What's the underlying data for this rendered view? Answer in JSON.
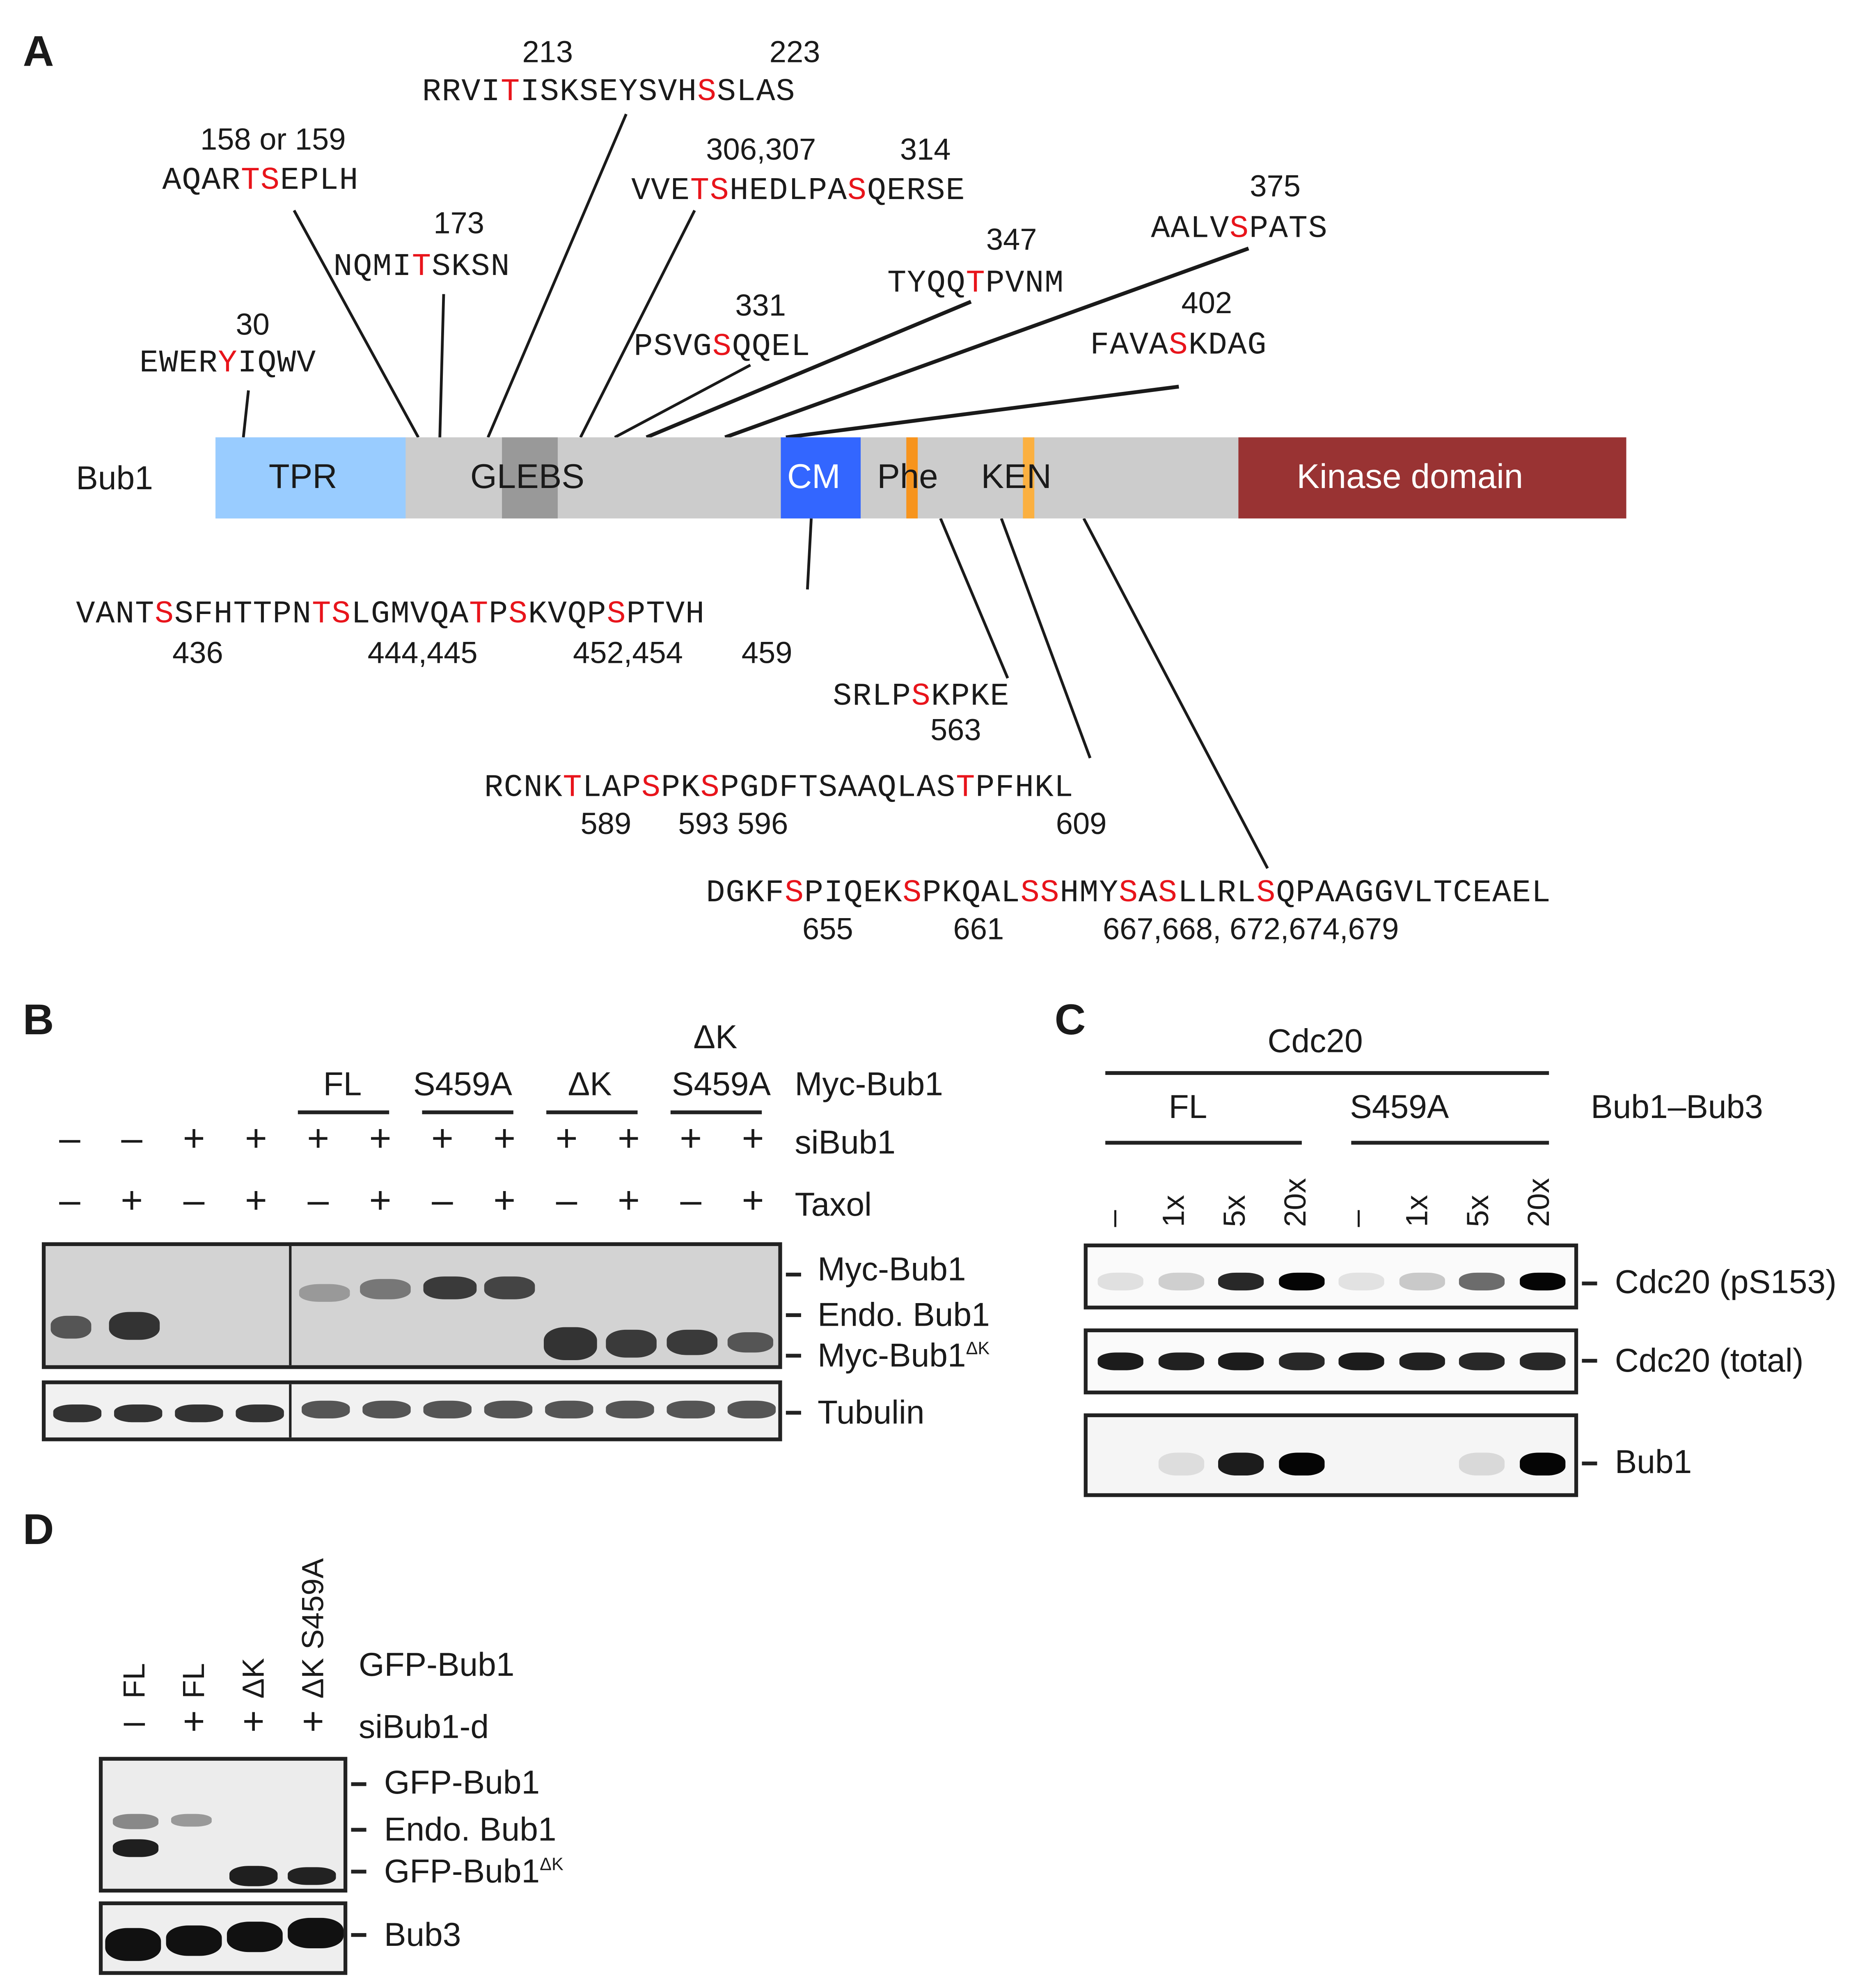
{
  "panel_A": {
    "letter": "A",
    "protein_label": "Bub1",
    "domains": [
      {
        "name": "TPR",
        "color": "#99ccff",
        "text_color": "#1a1a1a"
      },
      {
        "name": "GLEBS",
        "color": "#999999",
        "text_color": "#1a1a1a"
      },
      {
        "name": "CM",
        "color": "#3366ff",
        "text_color": "#ffffff"
      },
      {
        "name": "Phe",
        "color": "#f7941d",
        "text_color": "#1a1a1a"
      },
      {
        "name": "KEN",
        "color": "#fbb040",
        "text_color": "#1a1a1a"
      },
      {
        "name": "Kinase domain",
        "color": "#993333",
        "text_color": "#ffffff"
      }
    ],
    "linker_color": "#cccccc",
    "highlight_color": "#e8141b",
    "sites_above": [
      {
        "number": "30",
        "pre": "EWER",
        "site": "Y",
        "post": "IQWV"
      },
      {
        "number": "158 or 159",
        "pre": "AQAR",
        "site": "TS",
        "post": "EPLH"
      },
      {
        "number": "173",
        "pre": "NQMI",
        "site": "T",
        "post": "SKSN"
      },
      {
        "number_1": "213",
        "number_2": "223",
        "pre": "RRVI",
        "site": "T",
        "mid": "ISKSEYSVH",
        "site_2": "S",
        "post": "SLAS"
      },
      {
        "number_1": "306,307",
        "number_2": "314",
        "pre": "VVE",
        "site": "TS",
        "mid": "HEDLPA",
        "site_2": "S",
        "post": "QERSE"
      },
      {
        "number": "331",
        "pre": "PSVG",
        "site": "S",
        "post": "QQEL"
      },
      {
        "number": "347",
        "pre": "TYQQ",
        "site": "T",
        "post": "PVNM"
      },
      {
        "number": "375",
        "pre": "AALV",
        "site": "S",
        "post": "PATS"
      },
      {
        "number": "402",
        "pre": "FAVA",
        "site": "S",
        "post": "KDAG"
      }
    ],
    "sites_below": [
      {
        "segments": [
          [
            "VANT",
            0
          ],
          [
            "S",
            1
          ],
          [
            "SFHTTPN",
            0
          ],
          [
            "TS",
            1
          ],
          [
            "LGMVQA",
            0
          ],
          [
            "T",
            1
          ],
          [
            "P",
            0
          ],
          [
            "S",
            1
          ],
          [
            "KVQP",
            0
          ],
          [
            "S",
            1
          ],
          [
            "PTVH",
            0
          ]
        ],
        "numbers": [
          "436",
          "444,445",
          "452,454",
          "459"
        ]
      },
      {
        "segments": [
          [
            "SRLP",
            0
          ],
          [
            "S",
            1
          ],
          [
            "KPKE",
            0
          ]
        ],
        "numbers": [
          "563"
        ]
      },
      {
        "segments": [
          [
            "RCNK",
            0
          ],
          [
            "T",
            1
          ],
          [
            "LAP",
            0
          ],
          [
            "S",
            1
          ],
          [
            "PK",
            0
          ],
          [
            "S",
            1
          ],
          [
            "PGDFTSAAQLAS",
            0
          ],
          [
            "T",
            1
          ],
          [
            "PFHKL",
            0
          ]
        ],
        "numbers": [
          "589",
          "593 596",
          "609"
        ]
      },
      {
        "segments": [
          [
            "DGKF",
            0
          ],
          [
            "S",
            1
          ],
          [
            "PIQEK",
            0
          ],
          [
            "S",
            1
          ],
          [
            "PKQAL",
            0
          ],
          [
            "SS",
            1
          ],
          [
            "HMY",
            0
          ],
          [
            "S",
            1
          ],
          [
            "A",
            0
          ],
          [
            "S",
            1
          ],
          [
            "LLRL",
            0
          ],
          [
            "S",
            1
          ],
          [
            "QPAAGGVLTCEAEL",
            0
          ]
        ],
        "numbers": [
          "655",
          "661",
          "667,668, 672,674,679"
        ]
      }
    ]
  },
  "panel_B": {
    "letter": "B",
    "construct_groups": [
      "FL",
      "S459A",
      "ΔK",
      "ΔK S459A"
    ],
    "row_labels": [
      "Myc-Bub1",
      "siBub1",
      "Taxol"
    ],
    "siBub1": [
      "–",
      "–",
      "+",
      "+",
      "+",
      "+",
      "+",
      "+",
      "+",
      "+",
      "+",
      "+"
    ],
    "taxol": [
      "–",
      "+",
      "–",
      "+",
      "–",
      "+",
      "–",
      "+",
      "–",
      "+",
      "–",
      "+"
    ],
    "band_labels": [
      "Myc-Bub1",
      "Endo. Bub1",
      "Myc-Bub1",
      "Tubulin"
    ],
    "delta_k_superscript": "ΔK"
  },
  "panel_C": {
    "letter": "C",
    "header": "Cdc20",
    "groups": [
      "FL",
      "S459A"
    ],
    "group_label": "Bub1–Bub3",
    "lanes": [
      "–",
      "1x",
      "5x",
      "20x",
      "–",
      "1x",
      "5x",
      "20x"
    ],
    "band_labels": [
      "Cdc20 (pS153)",
      "Cdc20 (total)",
      "Bub1"
    ],
    "intensity": {
      "pS153": [
        0.05,
        0.12,
        0.85,
        1.0,
        0.04,
        0.15,
        0.55,
        1.0
      ],
      "total": [
        0.9,
        0.88,
        0.9,
        0.85,
        0.9,
        0.88,
        0.85,
        0.85
      ],
      "bub1": [
        0.0,
        0.06,
        0.9,
        1.0,
        0.0,
        0.0,
        0.08,
        1.0
      ]
    }
  },
  "panel_D": {
    "letter": "D",
    "lane_constructs": [
      "FL",
      "FL",
      "ΔK",
      "ΔK S459A"
    ],
    "row_labels": [
      "GFP-Bub1",
      "siBub1-d"
    ],
    "siBub1d": [
      "–",
      "+",
      "+",
      "+"
    ],
    "band_labels": [
      "GFP-Bub1",
      "Endo. Bub1",
      "GFP-Bub1",
      "Bub3"
    ],
    "delta_k_superscript": "ΔK"
  }
}
